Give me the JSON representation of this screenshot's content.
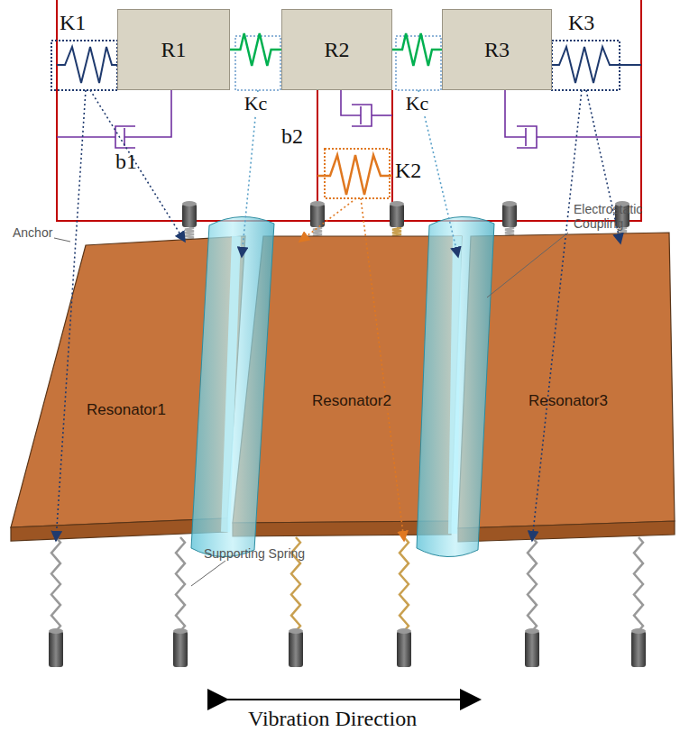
{
  "diagram": {
    "nodes": [
      {
        "text": [
          "R1"
        ]
      },
      {
        "text": [
          "R2"
        ]
      },
      {
        "text": [
          "R3"
        ]
      },
      {
        "text": [
          "Resonator1"
        ]
      },
      {
        "text": [
          "Resonator2"
        ]
      },
      {
        "text": [
          "Resonator3"
        ]
      }
    ],
    "edges": [
      {
        "from": 0,
        "to": 1,
        "label": "Kc",
        "arrow": "none"
      },
      {
        "from": 1,
        "to": 2,
        "label": "Kc",
        "arrow": "none"
      }
    ],
    "labels": [
      "K1",
      "K3",
      "b1",
      "b2",
      "K2",
      "Anchor",
      "Electrostatic Coupling",
      "Supporting Spring",
      "Vibration Direction"
    ]
  }
}
